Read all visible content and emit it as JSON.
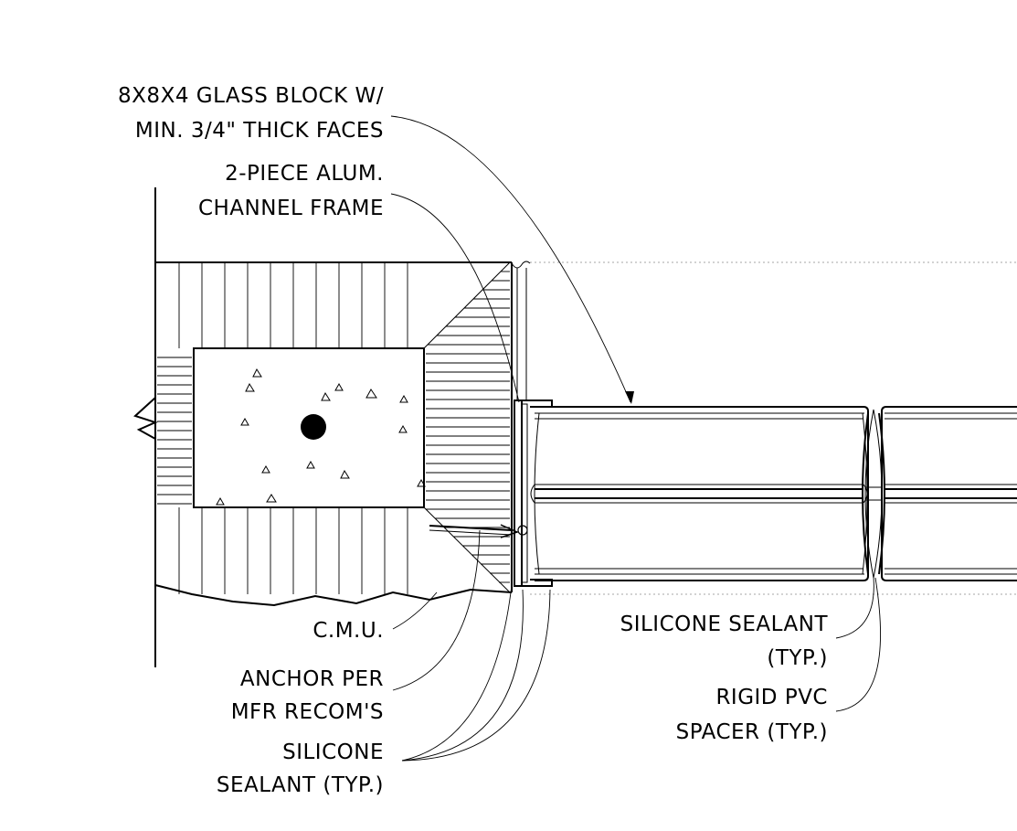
{
  "labels": {
    "glass_block_1": "8X8X4 GLASS BLOCK W/",
    "glass_block_2": "MIN. 3/4\" THICK FACES",
    "channel_1": "2-PIECE ALUM.",
    "channel_2": "CHANNEL FRAME",
    "cmu": "C.M.U.",
    "anchor_1": "ANCHOR PER",
    "anchor_2": "MFR RECOM'S",
    "sealant_left_1": "SILICONE",
    "sealant_left_2": "SEALANT (TYP.)",
    "sealant_right_1": "SILICONE SEALANT",
    "sealant_right_2": "(TYP.)",
    "spacer_1": "RIGID PVC",
    "spacer_2": "SPACER (TYP.)"
  },
  "colors": {
    "ink": "#000000",
    "paper": "#ffffff"
  }
}
